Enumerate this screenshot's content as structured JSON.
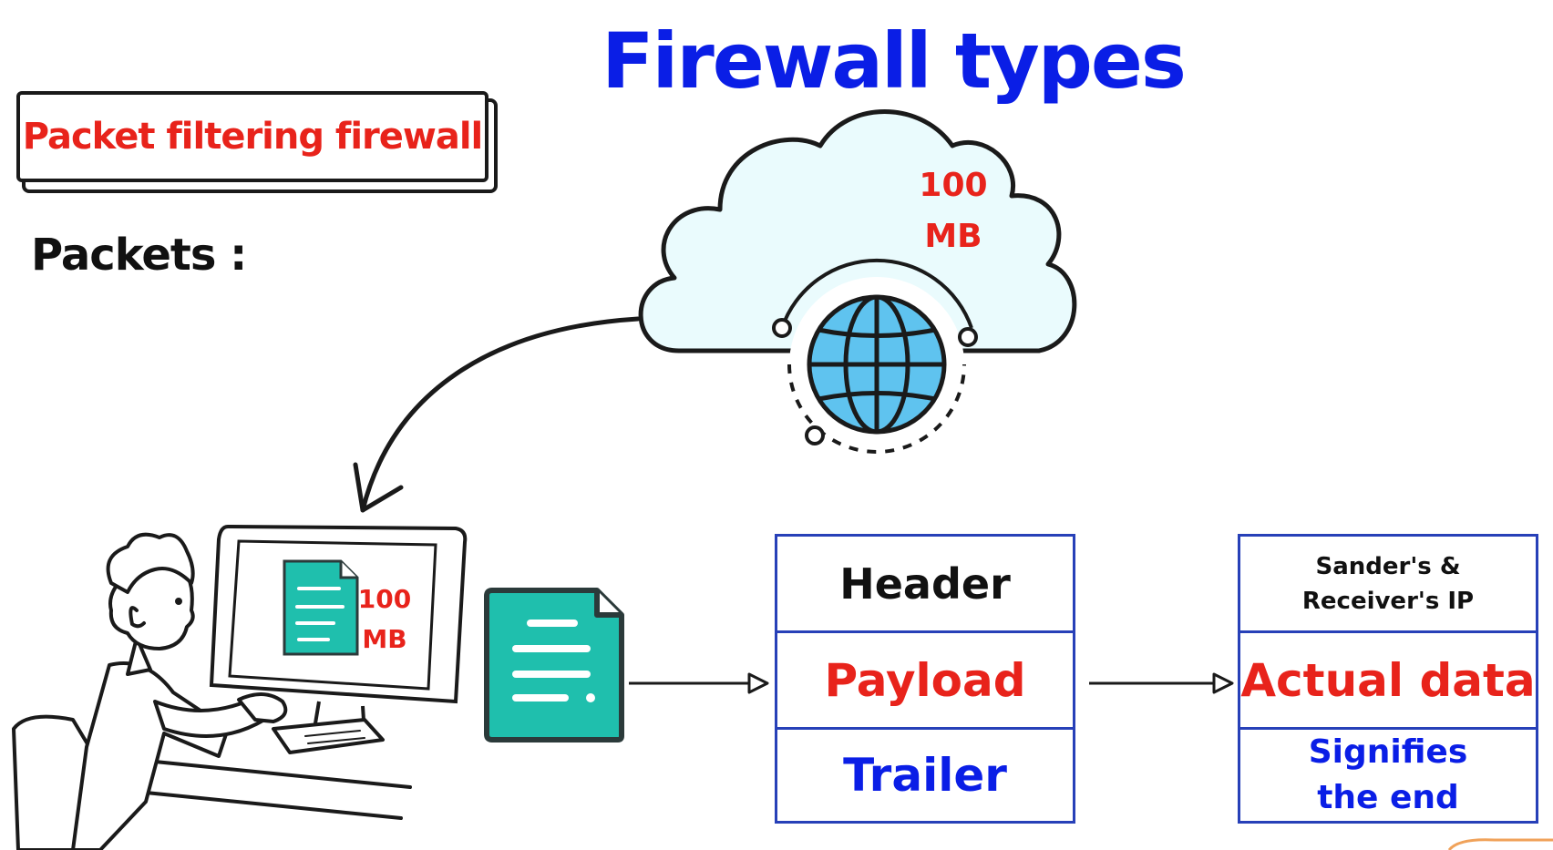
{
  "title": "Firewall types",
  "label": "Packet filtering firewall",
  "packets_label": "Packets :",
  "cloud": {
    "line1": "100",
    "line2": "MB"
  },
  "screen": {
    "line1": "100",
    "line2": "MB"
  },
  "packet_parts": {
    "header": "Header",
    "payload": "Payload",
    "trailer": "Trailer"
  },
  "descriptions": {
    "header": "Sander's & Receiver's IP",
    "payload": "Actual data",
    "trailer": "Signifies the end"
  },
  "colors": {
    "title": "#0a1ee6",
    "red": "#e8231b",
    "blue": "#0a1ee6",
    "box_border": "#2740b8",
    "teal": "#1fbfad",
    "cloud_fill": "#eafbfd"
  },
  "icons": [
    "cloud-icon",
    "globe-icon",
    "document-icon",
    "person-at-computer-icon",
    "arrow-icon"
  ]
}
